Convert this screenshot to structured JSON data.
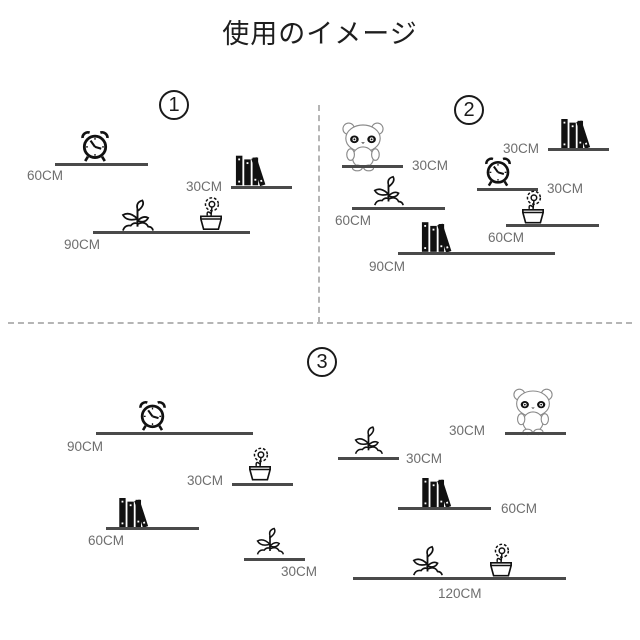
{
  "title": "使用のイメージ",
  "colors": {
    "shelf": "#4a4a4a",
    "label": "#6e6e6e",
    "divider": "#b5b5b5",
    "icon": "#111111",
    "panda_outline": "#8a8a8a"
  },
  "sections": [
    {
      "number": "1",
      "shelves": [
        {
          "label": "60CM",
          "item": "alarm-clock"
        },
        {
          "label": "30CM",
          "item": "books"
        },
        {
          "label": "90CM",
          "items": [
            "sprout",
            "flower-pot"
          ]
        }
      ]
    },
    {
      "number": "2",
      "shelves": [
        {
          "label": "30CM",
          "item": "panda"
        },
        {
          "label": "30CM",
          "item": "books"
        },
        {
          "label": "30CM",
          "item": "alarm-clock"
        },
        {
          "label": "60CM",
          "item": "sprout"
        },
        {
          "label": "60CM",
          "item": "flower-pot"
        },
        {
          "label": "90CM",
          "item": "books"
        }
      ]
    },
    {
      "number": "3",
      "shelves": [
        {
          "label": "90CM",
          "item": "alarm-clock"
        },
        {
          "label": "30CM",
          "item": "flower-pot"
        },
        {
          "label": "60CM",
          "item": "books"
        },
        {
          "label": "30CM",
          "item": "sprout"
        },
        {
          "label": "30CM",
          "item": "sprout"
        },
        {
          "label": "30CM",
          "item": "panda"
        },
        {
          "label": "60CM",
          "item": "books"
        },
        {
          "label": "120CM",
          "items": [
            "sprout",
            "flower-pot"
          ]
        }
      ]
    }
  ]
}
